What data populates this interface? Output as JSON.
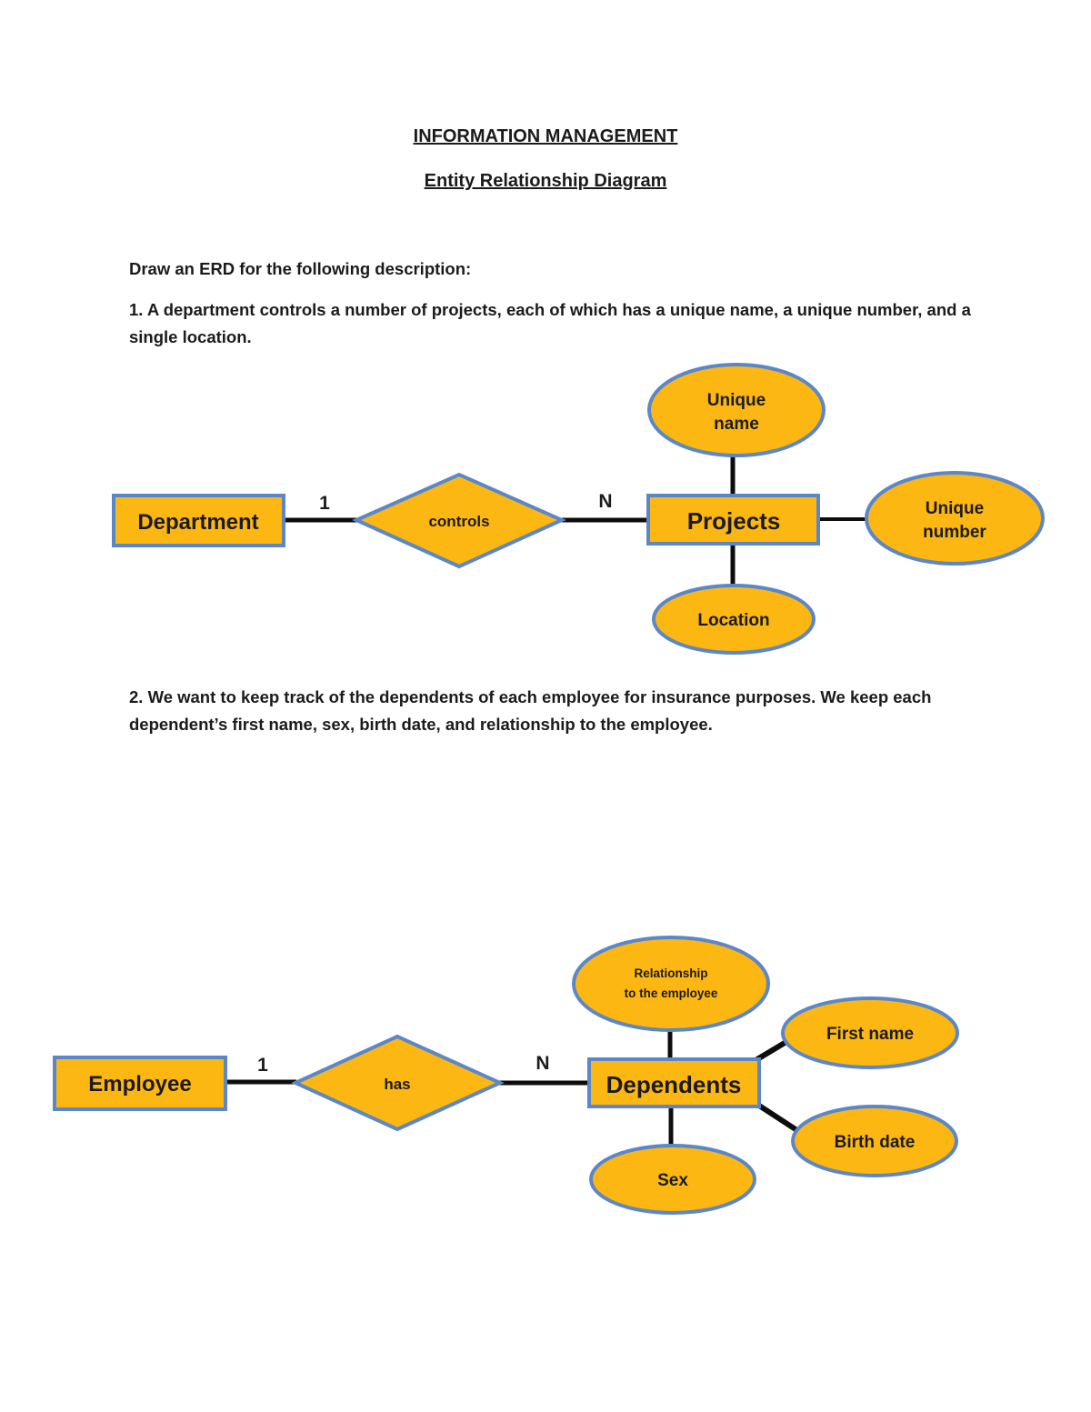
{
  "page": {
    "title": "INFORMATION MANAGEMENT",
    "subtitle": "Entity Relationship Diagram",
    "intro": "Draw an ERD for the following description:",
    "item1": "1. A department controls a number of projects, each of which has a unique name, a unique number, and a single location.",
    "item2": "2. We want to keep track of the dependents of each employee for insurance purposes. We keep each dependent’s first name, sex, birth date, and relationship to the employee."
  },
  "colors": {
    "shape_fill": "#FCB713",
    "shape_border": "#5B87C9",
    "line": "#0d0d0d",
    "text": "#1b1b1b"
  },
  "diagram1": {
    "entity_left": "Department",
    "cardinality_left": "1",
    "relationship": "controls",
    "cardinality_right": "N",
    "entity_right": "Projects",
    "attr_top": [
      "Unique",
      "name"
    ],
    "attr_right": [
      "Unique",
      "number"
    ],
    "attr_bottom": "Location"
  },
  "diagram2": {
    "entity_left": "Employee",
    "cardinality_left": "1",
    "relationship": "has",
    "cardinality_right": "N",
    "entity_right": "Dependents",
    "attr_top": [
      "Relationship",
      "to the employee"
    ],
    "attr_upper_right": "First name",
    "attr_lower_right": "Birth date",
    "attr_bottom": "Sex"
  }
}
